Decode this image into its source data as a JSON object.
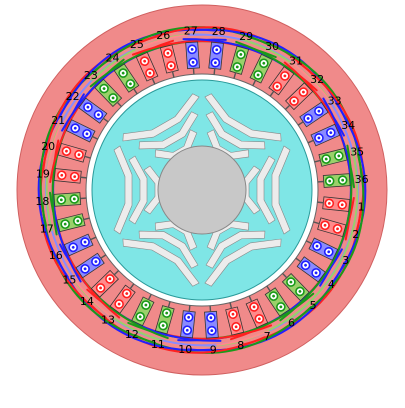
{
  "diagram": {
    "slot_labels": [
      "1",
      "2",
      "3",
      "4",
      "5",
      "6",
      "7",
      "8",
      "9",
      "10",
      "11",
      "12",
      "13",
      "14",
      "15",
      "16",
      "17",
      "18",
      "19",
      "20",
      "21",
      "22",
      "23",
      "24",
      "25",
      "26",
      "27",
      "28",
      "29",
      "30",
      "31",
      "32",
      "33",
      "34",
      "35",
      "36"
    ],
    "slot_phases": [
      "red",
      "red",
      "blue",
      "blue",
      "green",
      "green",
      "red",
      "red",
      "blue",
      "blue",
      "green",
      "green",
      "red",
      "red",
      "blue",
      "blue",
      "green",
      "green",
      "red",
      "red",
      "blue",
      "blue",
      "green",
      "green",
      "red",
      "red",
      "blue",
      "blue",
      "green",
      "green",
      "red",
      "red",
      "blue",
      "blue",
      "green",
      "green"
    ],
    "colors": {
      "stator": "#f08a8a",
      "stator_edge": "#d06060",
      "rotor": "#7fe6e6",
      "rotor_edge": "#2a9a9a",
      "barrier": "#ececec",
      "shaft": "#c8c8c8",
      "phase_red": "#ff2020",
      "phase_blue": "#2020ff",
      "phase_green": "#1a9a1a",
      "phase_red_light": "#ff8a8a",
      "phase_blue_light": "#8a8aff",
      "phase_green_light": "#9ad06a"
    }
  }
}
